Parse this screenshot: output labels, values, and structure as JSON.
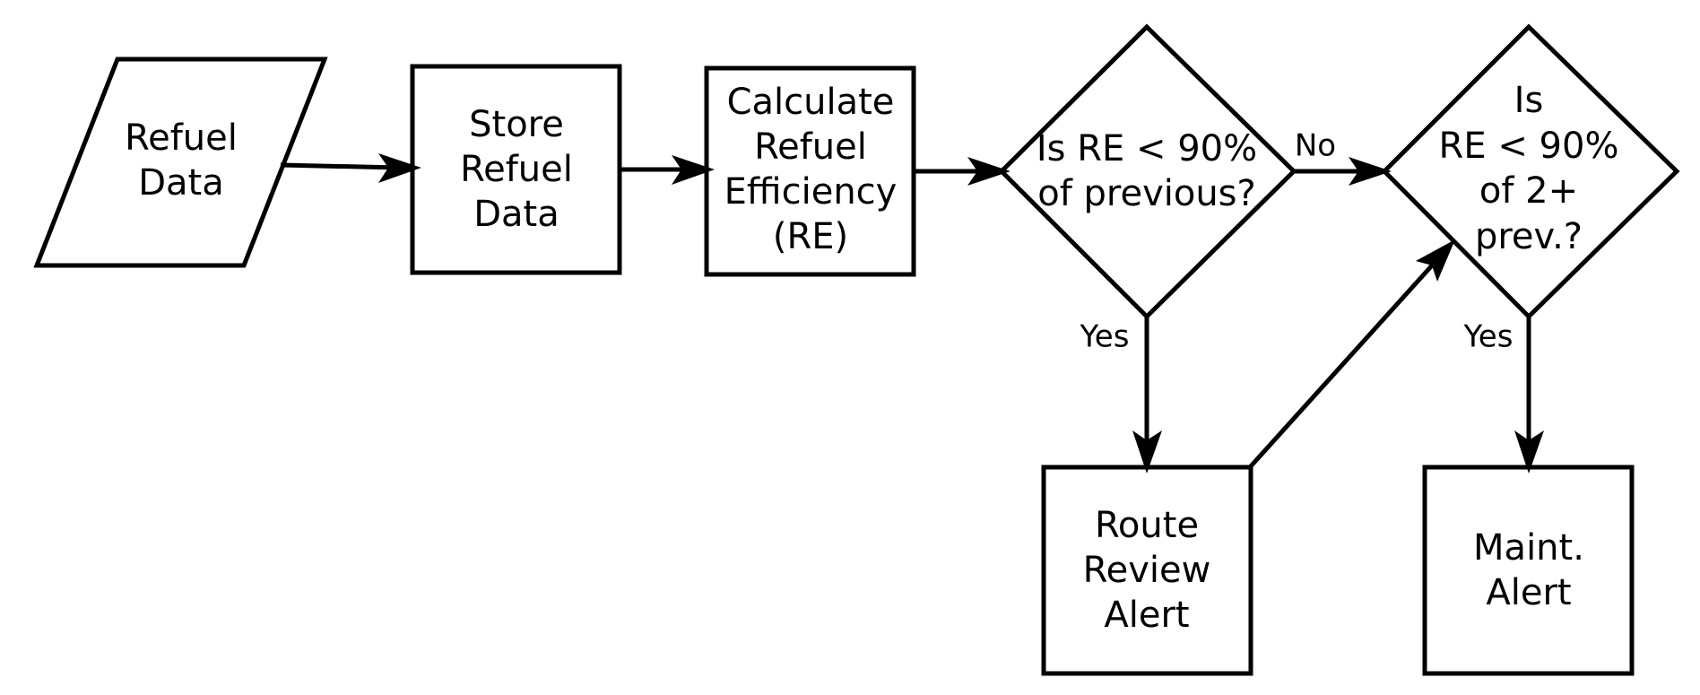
{
  "diagram": {
    "nodes": {
      "refuel_data": {
        "label": [
          "Refuel",
          "Data"
        ]
      },
      "store_refuel_data": {
        "label": [
          "Store",
          "Refuel",
          "Data"
        ]
      },
      "calculate_re": {
        "label": [
          "Calculate",
          "Refuel",
          "Efficiency",
          "(RE)"
        ]
      },
      "decision_previous": {
        "label": [
          "Is RE < 90%",
          "of previous?"
        ]
      },
      "decision_two_prev": {
        "label": [
          "Is",
          "RE < 90%",
          "of 2+",
          "prev.?"
        ]
      },
      "route_review_alert": {
        "label": [
          "Route",
          "Review",
          "Alert"
        ]
      },
      "maint_alert": {
        "label": [
          "Maint.",
          "Alert"
        ]
      }
    },
    "edges": {
      "no_label": "No",
      "yes_label_1": "Yes",
      "yes_label_2": "Yes"
    }
  }
}
